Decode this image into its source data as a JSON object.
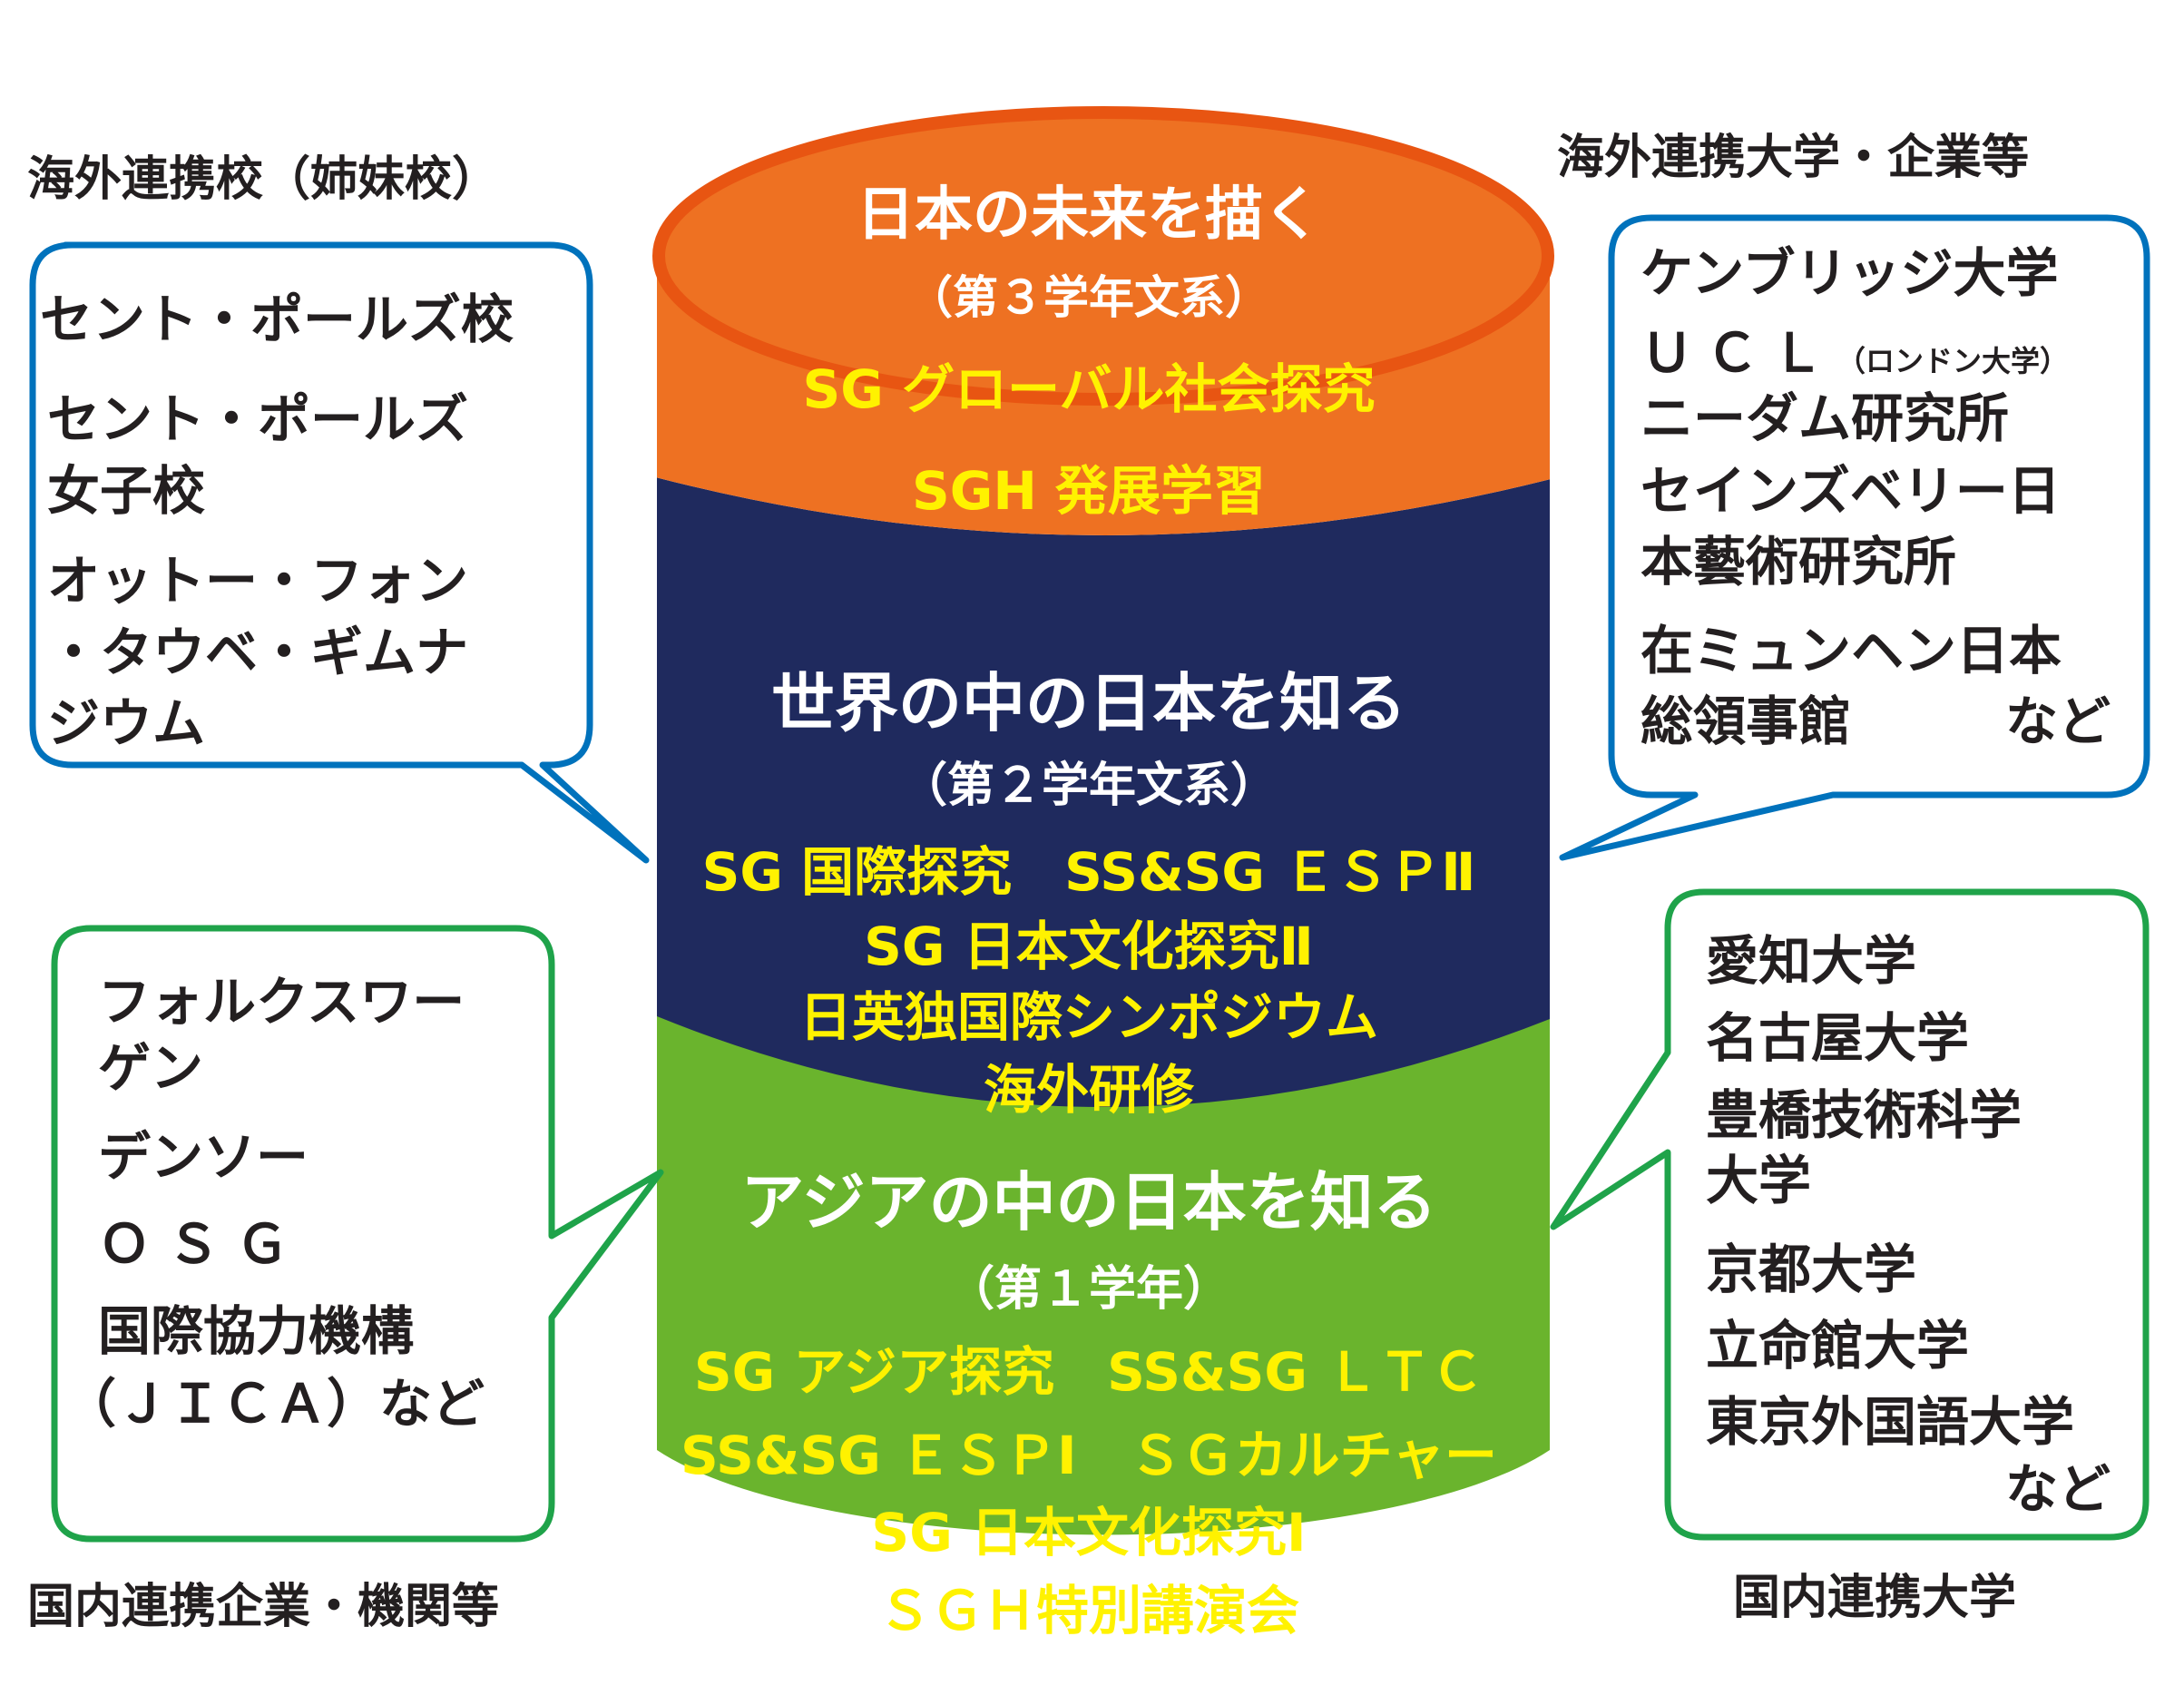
{
  "colors": {
    "orange": "#ee7122",
    "orange_rim": "#e85512",
    "navy": "#1f2a5e",
    "green": "#6ab42d",
    "yellow_text": "#fff200",
    "blue_border": "#0072bc",
    "green_border": "#1fa34a"
  },
  "layers": {
    "top": {
      "title": "日本の未来を描く",
      "subtitle": "（第３学年文系）",
      "items": [
        "SG グローバル社会探究",
        "SGH 発展学習"
      ]
    },
    "middle": {
      "title": "世界の中の日本を知る",
      "subtitle": "（第２学年文系）",
      "items": [
        "SG 国際探究　SS&SG ＥＳＰⅡ",
        "SG 日本文化探究Ⅱ",
        "日英独国際シンポジウム",
        "海外研修"
      ]
    },
    "bottom": {
      "title": "アジアの中の日本を知る",
      "subtitle": "（第１学年）",
      "items": [
        "SG アジア探究　SS&SG ＬＴＣ",
        "SS&SG ＥＳＰⅠ　ＳＧカルチャー",
        "SG 日本文化探究Ⅰ",
        "ＳＧＨ特別講演会"
      ]
    }
  },
  "boxes": {
    "overseas_schools": {
      "heading": "海外連携校（姉妹校）",
      "lines": [
        "セント・ポールズ校",
        "セント・ポールズ",
        "女子校",
        "オットー・フォン",
        "・タウベ・ギムナ",
        "ジウム"
      ]
    },
    "overseas_universities": {
      "heading": "海外連携大学・企業等",
      "line1": "ケンブリッジ大学",
      "line2_main": "ＵＣＬ",
      "line2_small": "（ロンドン大学）",
      "lines_rest": [
        "ニーダム研究所",
        "セインズベリー日",
        "本藝術研究所",
        "在ミュンヘン日本"
      ],
      "last_main": "総領事館",
      "last_suffix": "など"
    },
    "domestic_companies": {
      "heading": "国内連携企業・機関等",
      "lines": [
        "フォルクスワー",
        "ゲン",
        "デンソー",
        "ＯＳＧ",
        "国際協力機構",
        "（ＪＩＣＡ）など"
      ]
    },
    "domestic_universities": {
      "heading": "国内連携大学",
      "lines": [
        "愛知大学",
        "名古屋大学",
        "豊橋技術科学",
        "大学",
        "京都大学",
        "立命館大学",
        "東京外国語大学"
      ],
      "suffix": "など"
    }
  }
}
